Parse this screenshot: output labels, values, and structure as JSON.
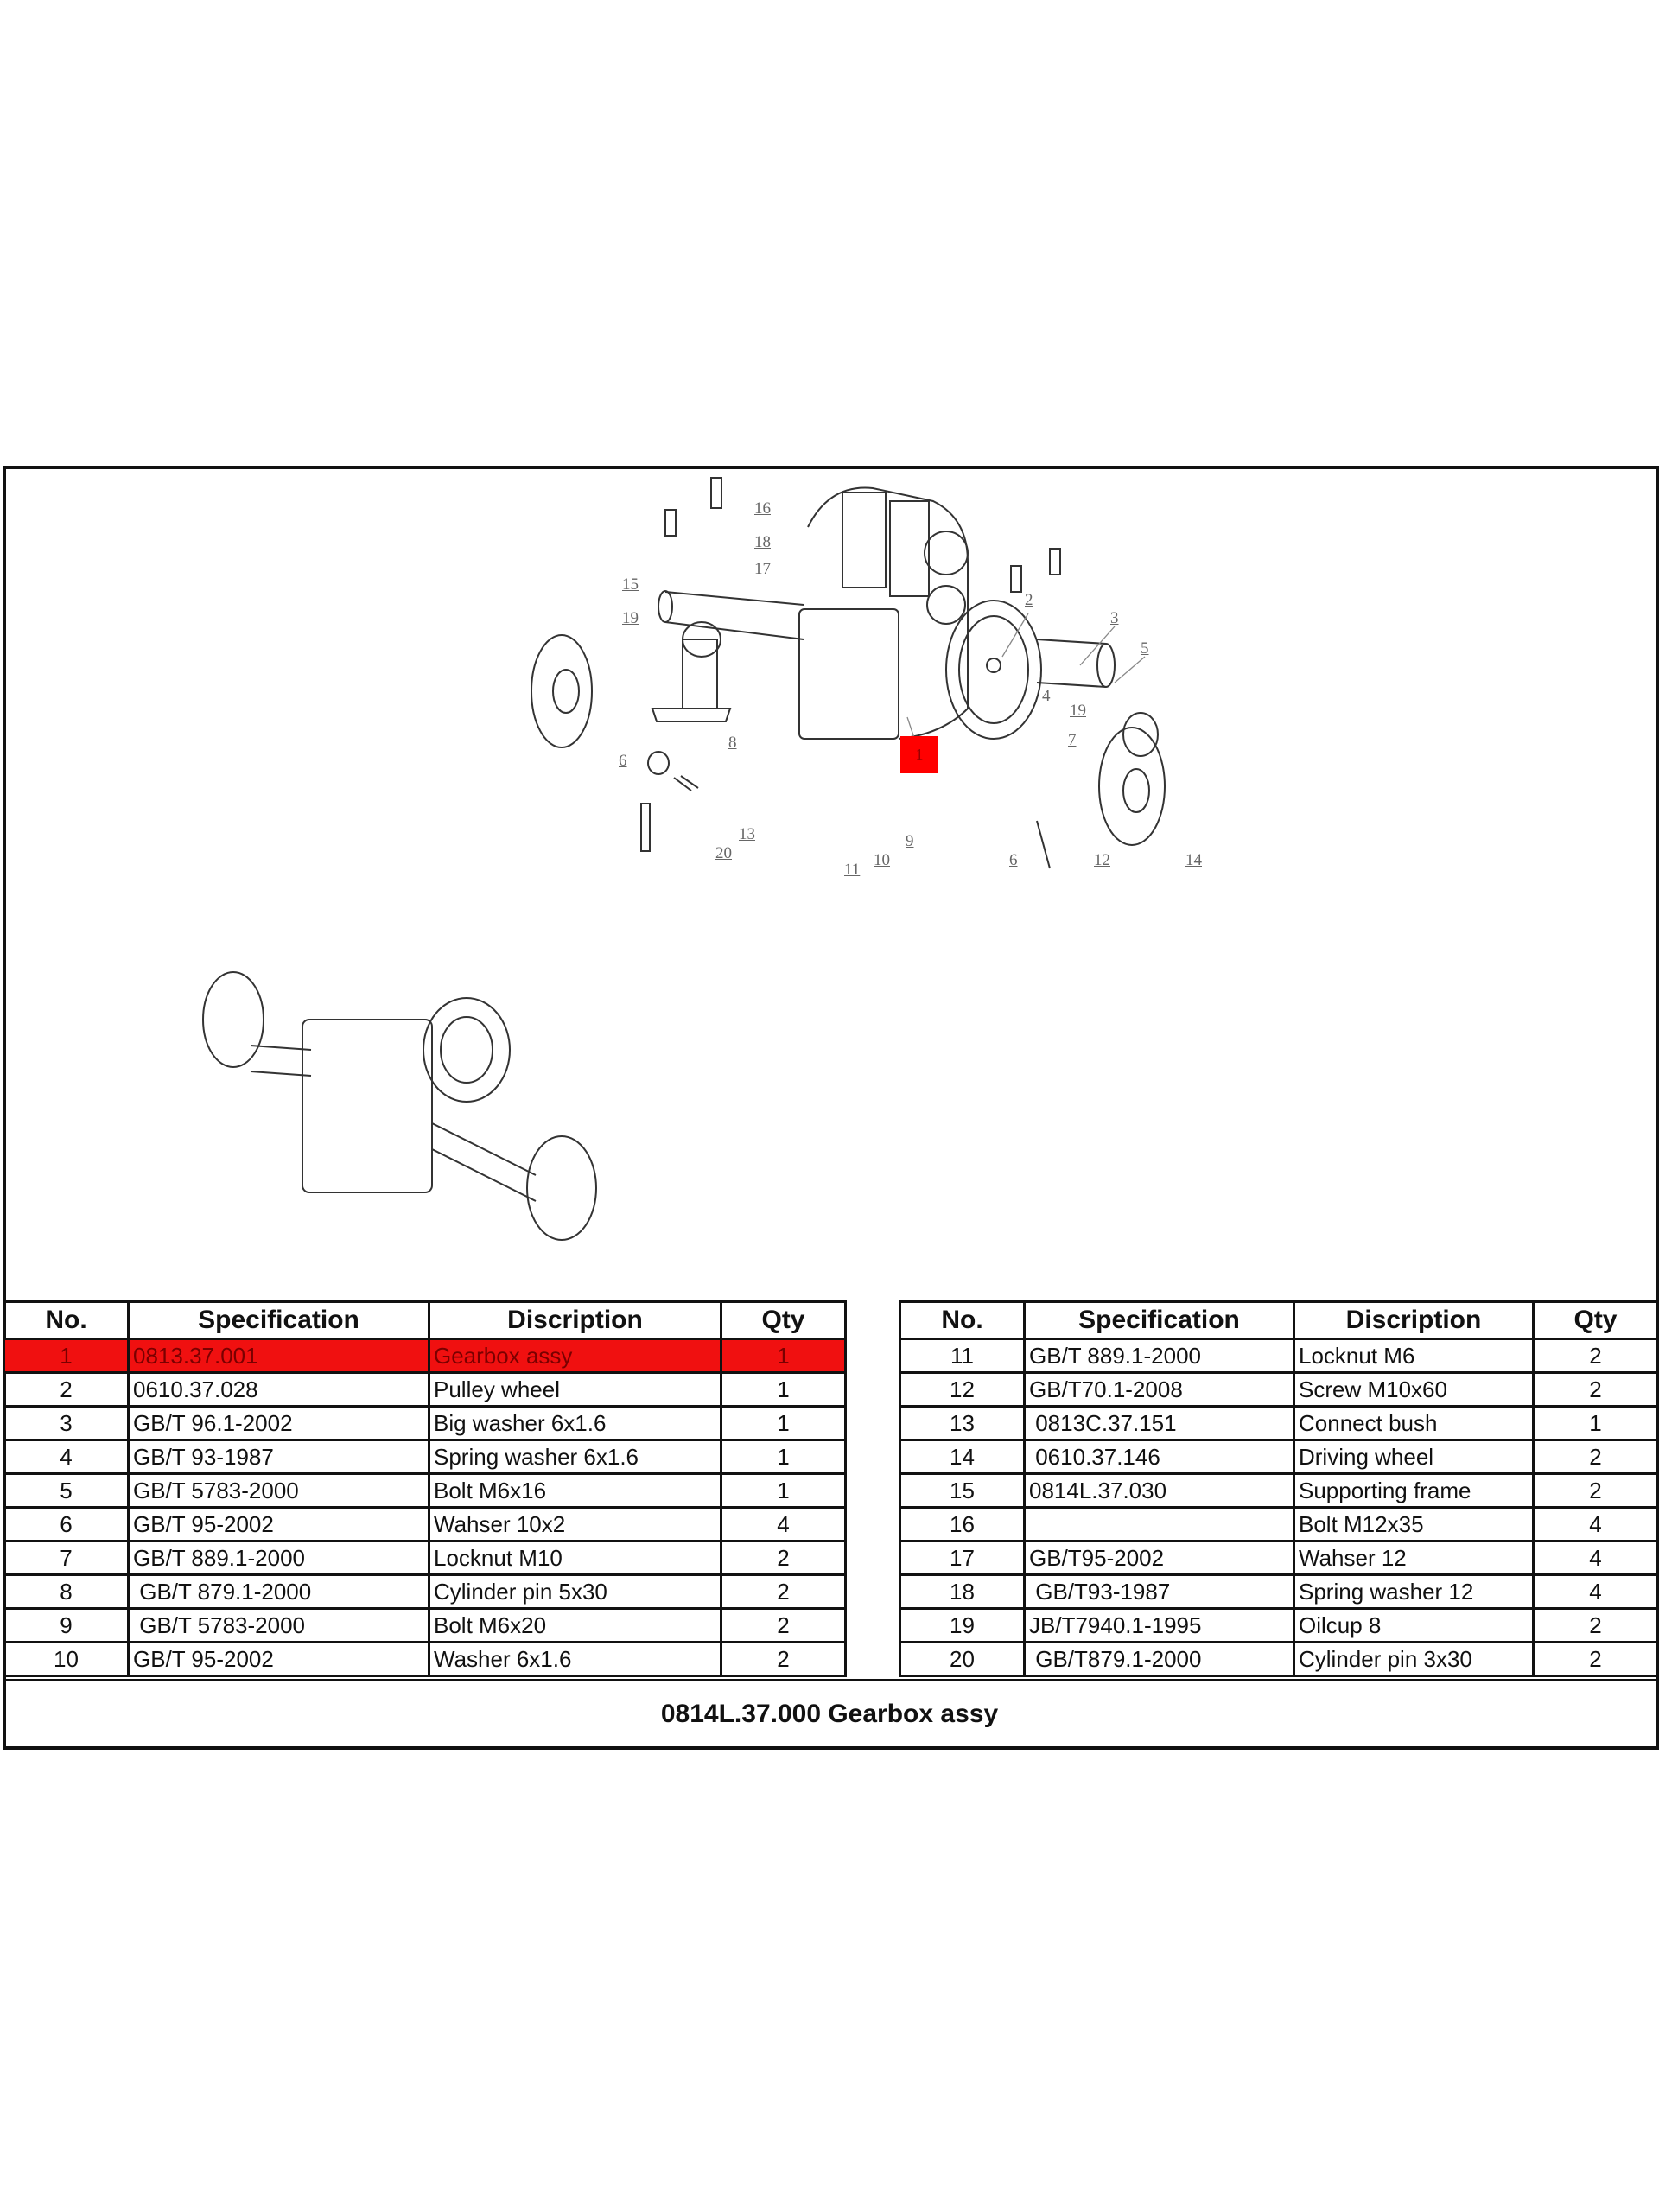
{
  "diagram": {
    "callouts": [
      "16",
      "18",
      "17",
      "15",
      "19",
      "2",
      "3",
      "5",
      "4",
      "19",
      "1",
      "8",
      "6",
      "7",
      "13",
      "20",
      "11",
      "10",
      "9",
      "6",
      "12",
      "14"
    ],
    "highlight_color": "#ff0000"
  },
  "table": {
    "headers": {
      "no": "No.",
      "spec": "Specification",
      "desc": "Discription",
      "qty": "Qty"
    },
    "left_rows": [
      {
        "no": "1",
        "spec": "0813.37.001",
        "desc": "Gearbox assy",
        "qty": "1"
      },
      {
        "no": "2",
        "spec": "0610.37.028",
        "desc": "Pulley wheel",
        "qty": "1"
      },
      {
        "no": "3",
        "spec": "GB/T 96.1-2002",
        "desc": "Big washer 6x1.6",
        "qty": "1"
      },
      {
        "no": "4",
        "spec": "GB/T 93-1987",
        "desc": "Spring washer 6x1.6",
        "qty": "1"
      },
      {
        "no": "5",
        "spec": "GB/T 5783-2000",
        "desc": "Bolt M6x16",
        "qty": "1"
      },
      {
        "no": "6",
        "spec": "GB/T 95-2002",
        "desc": "Wahser 10x2",
        "qty": "4"
      },
      {
        "no": "7",
        "spec": "GB/T 889.1-2000",
        "desc": "Locknut M10",
        "qty": "2"
      },
      {
        "no": "8",
        "spec": " GB/T 879.1-2000",
        "desc": "Cylinder pin 5x30",
        "qty": "2"
      },
      {
        "no": "9",
        "spec": " GB/T 5783-2000",
        "desc": "Bolt M6x20",
        "qty": "2"
      },
      {
        "no": "10",
        "spec": "GB/T 95-2002",
        "desc": "Washer 6x1.6",
        "qty": "2"
      }
    ],
    "right_rows": [
      {
        "no": "11",
        "spec": "GB/T 889.1-2000",
        "desc": "Locknut M6",
        "qty": "2"
      },
      {
        "no": "12",
        "spec": "GB/T70.1-2008",
        "desc": "Screw M10x60",
        "qty": "2"
      },
      {
        "no": "13",
        "spec": " 0813C.37.151",
        "desc": "Connect bush",
        "qty": "1"
      },
      {
        "no": "14",
        "spec": " 0610.37.146",
        "desc": "Driving wheel",
        "qty": "2"
      },
      {
        "no": "15",
        "spec": "0814L.37.030",
        "desc": "Supporting frame",
        "qty": "2"
      },
      {
        "no": "16",
        "spec": "",
        "desc": "Bolt M12x35",
        "qty": "4"
      },
      {
        "no": "17",
        "spec": "GB/T95-2002",
        "desc": "Wahser 12",
        "qty": "4"
      },
      {
        "no": "18",
        "spec": " GB/T93-1987",
        "desc": "Spring washer 12",
        "qty": "4"
      },
      {
        "no": "19",
        "spec": "JB/T7940.1-1995",
        "desc": "Oilcup 8",
        "qty": "2"
      },
      {
        "no": "20",
        "spec": " GB/T879.1-2000",
        "desc": "Cylinder pin 3x30",
        "qty": "2"
      }
    ]
  },
  "title": "0814L.37.000  Gearbox assy"
}
